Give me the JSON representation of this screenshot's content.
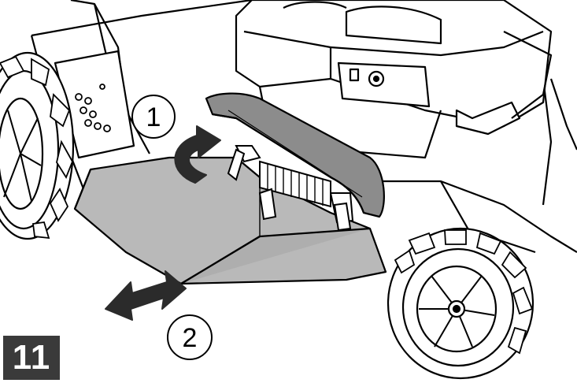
{
  "figure": {
    "step_number": "11",
    "callouts": [
      {
        "label": "1",
        "action": "curved-arrow-lift-icon"
      },
      {
        "label": "2",
        "action": "double-arrow-slide-icon"
      }
    ],
    "colors": {
      "line": "#000000",
      "cover_fill": "#8c8c8c",
      "deflector_fill": "#b9b9b9",
      "badge": "#3a3a3a"
    }
  }
}
